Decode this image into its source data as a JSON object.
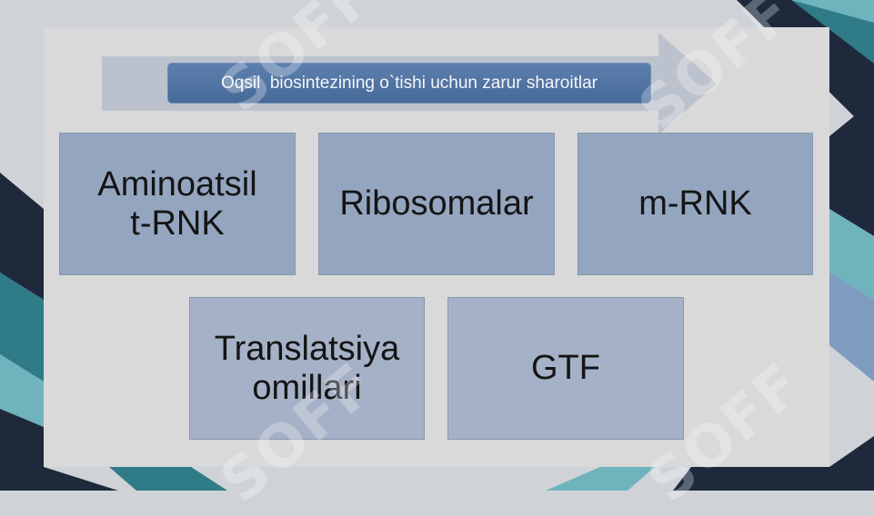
{
  "slide": {
    "title": "Oqsil  biosintezining o`tishi uchun zarur sharoitlar",
    "items": [
      {
        "label": "Aminoatsil\nt-RNK"
      },
      {
        "label": "Ribosomalar"
      },
      {
        "label": "m-RNK"
      },
      {
        "label": "Translatsiya\nomillari"
      },
      {
        "label": "GTF"
      }
    ]
  },
  "watermark": {
    "text": "SOFF"
  },
  "colors": {
    "navy": "#1e2a3c",
    "teal": "#2f7b87",
    "light_teal": "#6fb3bd",
    "steel_blue": "#7e9cbf",
    "title_fill": "#4d70a0",
    "box_fill": "#94a5bf",
    "box_fill_light": "#a5b1c6"
  }
}
